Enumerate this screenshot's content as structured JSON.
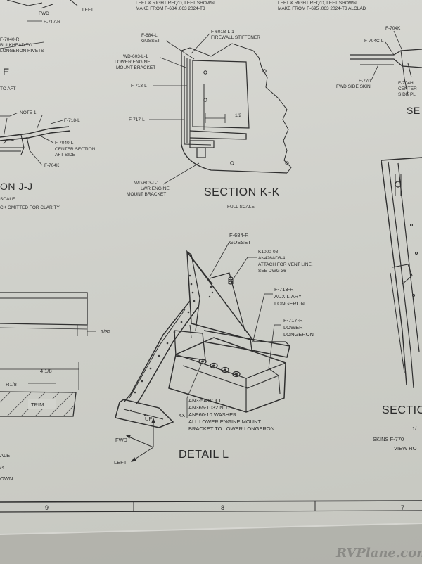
{
  "top_left": {
    "fwd": "FWD",
    "left": "LEFT",
    "part": "F-717-R"
  },
  "top_center": {
    "line1": "LEFT & RIGHT REQ'D, LEFT SHOWN",
    "line2": "MAKE FROM F-684 .063 2024-T3"
  },
  "top_right": {
    "line1": "LEFT & RIGHT REQ'D, LEFT SHOWN",
    "line2": "MAKE FROM F-695 .063 2024-T3 ALCLAD"
  },
  "section_e": {
    "ref": "F-7040-R",
    "note_l1": "BULKHEAD TO",
    "note_l2": "LONGERON RIVETS",
    "letter": "E",
    "caption": "TO AFT"
  },
  "section_jj": {
    "note": "NOTE 1",
    "c1": "F-718-L",
    "c2": "F-7040-L",
    "c3": "CENTER SECTION",
    "c4": "AFT SIDE",
    "c5": "F-704K",
    "title": "ON J-J",
    "scale": "SCALE",
    "omit": "CK OMITTED FOR CLARITY"
  },
  "section_kk": {
    "c1": "F-684-L",
    "c1b": "GUSSET",
    "c2": "F-601B-L-1",
    "c2b": "FIREWALL STIFFENER",
    "c3": "WD-603-L-1",
    "c3b": "LOWER ENGINE",
    "c3c": "MOUNT BRACKET",
    "c4": "F-713-L",
    "c5": "F-717-L",
    "dim": "1/2",
    "c6": "WD-603-L-1",
    "c6b": "LWR ENGINE",
    "c6c": "MOUNT BRACKET",
    "title": "SECTION K-K",
    "scale": "FULL SCALE"
  },
  "section_right": {
    "c1": "F-704K",
    "c2": "F-704C-L",
    "c3": "F-770",
    "c3b": "FWD SIDE SKIN",
    "c4": "F-704H",
    "c4b": "CENTER",
    "c4c": "SIDE PL",
    "letters": "SE",
    "title2": "SECTIO",
    "frac": "1/",
    "skins": "SKINS F-770",
    "view": "VIEW RO"
  },
  "detail_l": {
    "c1": "F-684-R",
    "c1b": "GUSSET",
    "c2": "K1000-08",
    "c2b": "AN426AD3-4",
    "c2c": "ATTACH FOR VENT LINE.",
    "c2d": "SEE DWG 36",
    "c3": "F-713-R",
    "c3b": "AUXILIARY",
    "c3c": "LONGERON",
    "c4": "F-717-R",
    "c4b": "LOWER",
    "c4c": "LONGERON",
    "qty": "4X",
    "h1": "AN3-5A BOLT",
    "h2": "AN365-1032 NUT",
    "h3": "AN960-10 WASHER",
    "h4": "ALL LOWER ENGINE MOUNT",
    "h5": "BRACKET TO LOWER LONGERON",
    "up": "UP",
    "fwd": "FWD",
    "left": "LEFT",
    "title": "DETAIL L"
  },
  "left_detail": {
    "dim1": "1/32",
    "dim2": "4 1/8",
    "radius": "R1/8",
    "trim": "TRIM",
    "t1": "ALE",
    "t2": "/4",
    "t3": "OWN"
  },
  "grid": {
    "z9": "9",
    "z8": "8",
    "z7": "7"
  },
  "watermark": "RVPlane.com"
}
